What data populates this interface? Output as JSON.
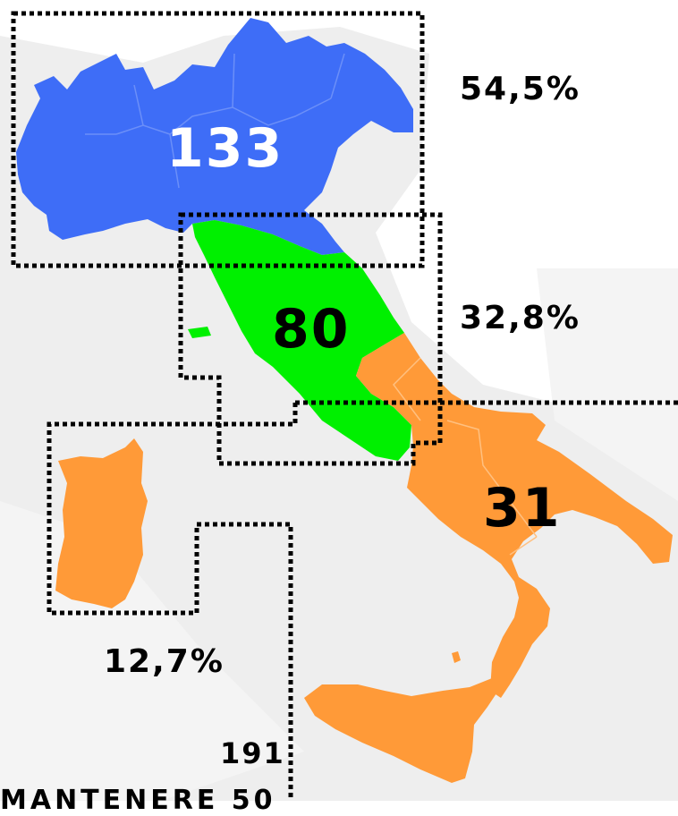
{
  "colors": {
    "background_shadow": "#eeeeee",
    "north": "#3e6df7",
    "center": "#00f000",
    "south": "#ff9a38",
    "box_outline": "#000000",
    "label": "#000000",
    "label_on_north": "#ffffff"
  },
  "regions": [
    {
      "key": "north",
      "count": "133",
      "percent": "54,5%"
    },
    {
      "key": "center",
      "count": "80",
      "percent": "32,8%"
    },
    {
      "key": "south",
      "count": "31",
      "percent": "12,7%"
    }
  ],
  "total": "191",
  "bottom_cut_text": "MANTENERE 50"
}
